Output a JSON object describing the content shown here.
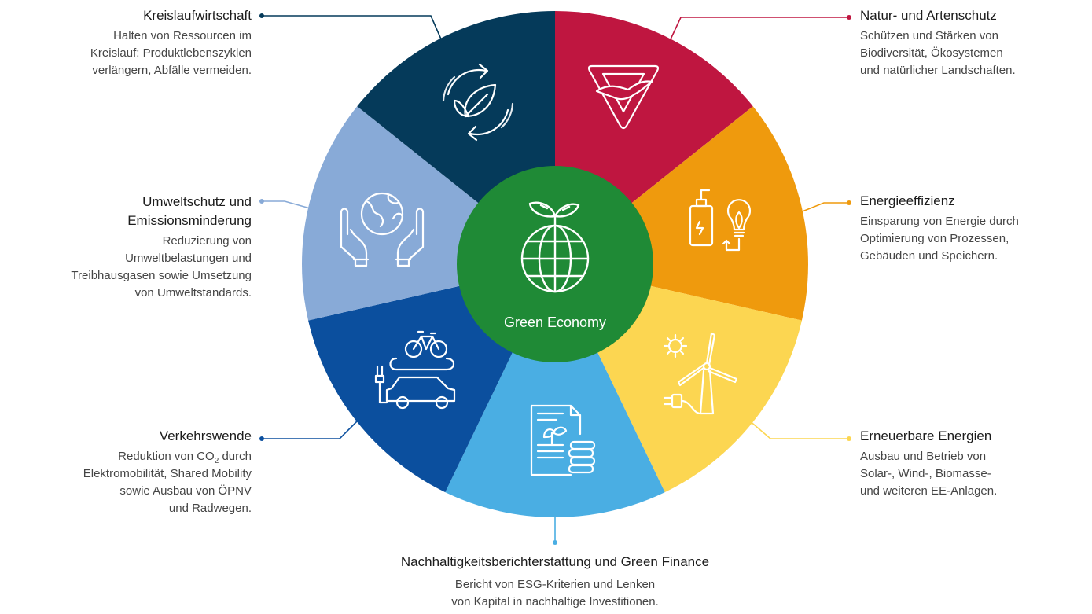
{
  "center": {
    "label": "Green Economy",
    "color": "#1f8a36"
  },
  "segments": [
    {
      "id": "natur",
      "color": "#bf1640",
      "title": "Natur- und Artenschutz",
      "lines": [
        "Schützen und Stärken von",
        "Biodiversität, Ökosystemen",
        "und natürlicher Landschaften."
      ],
      "icon": "bird-triangle-icon"
    },
    {
      "id": "energieeffizienz",
      "color": "#ef9a0d",
      "title": "Energieeffizienz",
      "lines": [
        "Einsparung von Energie durch",
        "Optimierung von Prozessen,",
        "Gebäuden und Speichern."
      ],
      "icon": "battery-bulb-icon"
    },
    {
      "id": "erneuerbare",
      "color": "#fcd651",
      "title": "Erneuerbare Energien",
      "lines": [
        "Ausbau und Betrieb von",
        "Solar-, Wind-, Biomasse-",
        "und weiteren EE-Anlagen."
      ],
      "icon": "wind-turbine-sun-icon"
    },
    {
      "id": "nachhaltigkeit",
      "color": "#4aaee3",
      "title": "Nachhaltigkeitsberichterstattung und Green Finance",
      "lines": [
        "Bericht von ESG-Kriterien und Lenken",
        "von Kapital in nachhaltige Investitionen."
      ],
      "icon": "report-coins-icon"
    },
    {
      "id": "verkehrswende",
      "color": "#0b4f9e",
      "title": "Verkehrswende",
      "lines_co2": {
        "pre": "Reduktion von CO",
        "sub": "2",
        "post": " durch"
      },
      "lines": [
        "Elektromobilität, Shared Mobility",
        "sowie Ausbau von ÖPNV",
        "und Radwegen."
      ],
      "icon": "bike-car-icon"
    },
    {
      "id": "umweltschutz",
      "color": "#88aad7",
      "title_lines": [
        "Umweltschutz und",
        "Emissionsminderung"
      ],
      "lines": [
        "Reduzierung von",
        "Umweltbelastungen und",
        "Treibhausgasen sowie Umsetzung",
        "von Umweltstandards."
      ],
      "icon": "hands-globe-icon"
    },
    {
      "id": "kreislauf",
      "color": "#053a5a",
      "title": "Kreislaufwirtschaft",
      "lines": [
        "Halten von Ressourcen im",
        "Kreislauf: Produktlebenszyklen",
        "verlängern, Abfälle vermeiden."
      ],
      "icon": "recycle-leaf-icon"
    }
  ]
}
